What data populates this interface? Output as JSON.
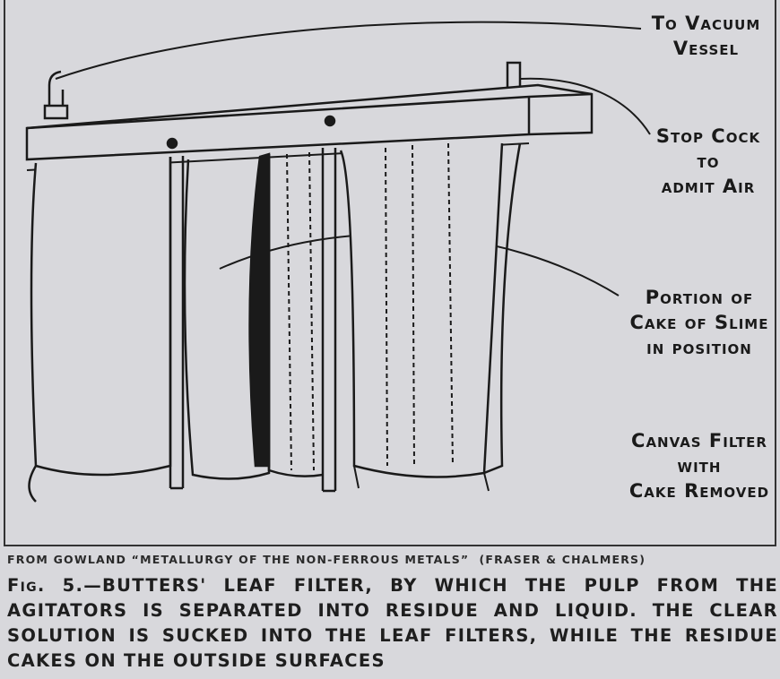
{
  "figure": {
    "labels": {
      "vacuum": [
        "To Vacuum",
        "Vessel"
      ],
      "stop_cock": [
        "Stop Cock",
        "to",
        "admit Air"
      ],
      "slime": [
        "Portion of",
        "Cake of Slime",
        "in position"
      ],
      "canvas": [
        "Canvas Filter",
        "with",
        "Cake Removed"
      ]
    }
  },
  "source": "FROM GOWLAND “METALLURGY OF THE NON-FERROUS METALS”  (FRASER & CHALMERS)",
  "caption": {
    "fig_label": "Fig. 5.",
    "text": "—BUTTERS' LEAF FILTER, BY WHICH THE PULP FROM THE AGITATORS IS SEPARATED INTO RESIDUE AND LIQUID. THE CLEAR SOLUTION IS SUCKED INTO THE LEAF FILTERS, WHILE THE RESIDUE CAKES ON THE OUTSIDE SURFACES"
  }
}
